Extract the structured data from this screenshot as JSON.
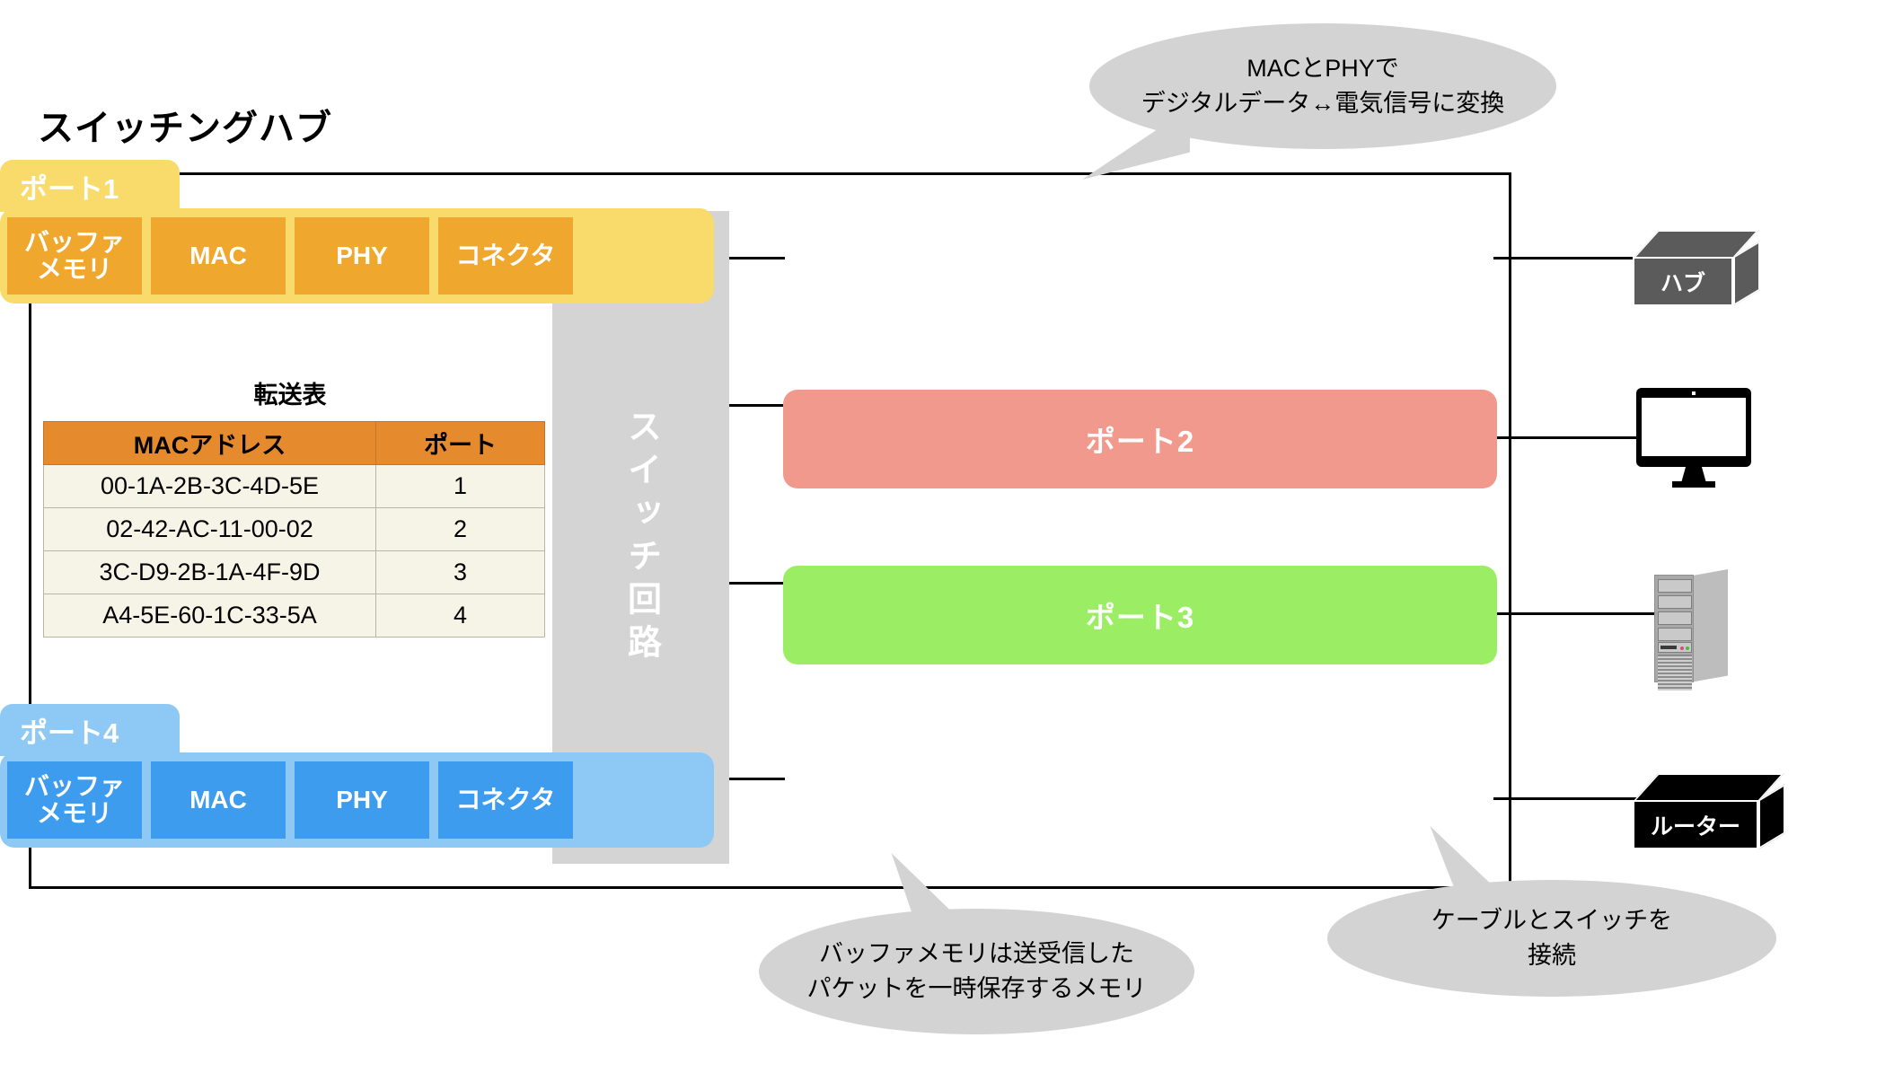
{
  "page_title": "スイッチングハブ",
  "forwarding_table": {
    "title": "転送表",
    "headers": [
      "MACアドレス",
      "ポート"
    ],
    "rows": [
      {
        "mac": "00-1A-2B-3C-4D-5E",
        "port": "1"
      },
      {
        "mac": "02-42-AC-11-00-02",
        "port": "2"
      },
      {
        "mac": "3C-D9-2B-1A-4F-9D",
        "port": "3"
      },
      {
        "mac": "A4-5E-60-1C-33-5A",
        "port": "4"
      }
    ],
    "header_color": "#E58B2D",
    "cell_color": "#F6F3E7"
  },
  "switch_circuit": {
    "label": "スイッチ回路",
    "color": "#D4D4D4"
  },
  "ports": [
    {
      "label": "ポート1",
      "outer_color": "#F8DB6A",
      "inner_color": "#EFA72E",
      "detailed": true,
      "cells": [
        "バッファ\nメモリ",
        "MAC",
        "PHY",
        "コネクタ"
      ],
      "cell_buffer_line1": "バッファ",
      "cell_buffer_line2": "メモリ",
      "cell_mac": "MAC",
      "cell_phy": "PHY",
      "cell_connector": "コネクタ"
    },
    {
      "label": "ポート2",
      "outer_color": "#F2998E",
      "detailed": false
    },
    {
      "label": "ポート3",
      "outer_color": "#9BEE64",
      "detailed": false
    },
    {
      "label": "ポート4",
      "outer_color": "#8DC9F4",
      "inner_color": "#3E9CEF",
      "detailed": true,
      "cell_buffer_line1": "バッファ",
      "cell_buffer_line2": "メモリ",
      "cell_mac": "MAC",
      "cell_phy": "PHY",
      "cell_connector": "コネクタ"
    }
  ],
  "devices": [
    {
      "name": "hub",
      "label": "ハブ",
      "color": "#5B5B5B"
    },
    {
      "name": "monitor",
      "label": "",
      "color": "#000000"
    },
    {
      "name": "server",
      "label": "",
      "color": "#A8A8A8"
    },
    {
      "name": "router",
      "label": "ルーター",
      "color": "#000000"
    }
  ],
  "callouts": {
    "macphy": {
      "line1": "MACとPHYで",
      "line2": "デジタルデータ↔電気信号に変換"
    },
    "buffer": {
      "line1": "バッファメモリは送受信した",
      "line2": "パケットを一時保存するメモリ"
    },
    "cable": {
      "line1": "ケーブルとスイッチを",
      "line2": "接続"
    }
  },
  "bubble_color": "#D3D3D3"
}
